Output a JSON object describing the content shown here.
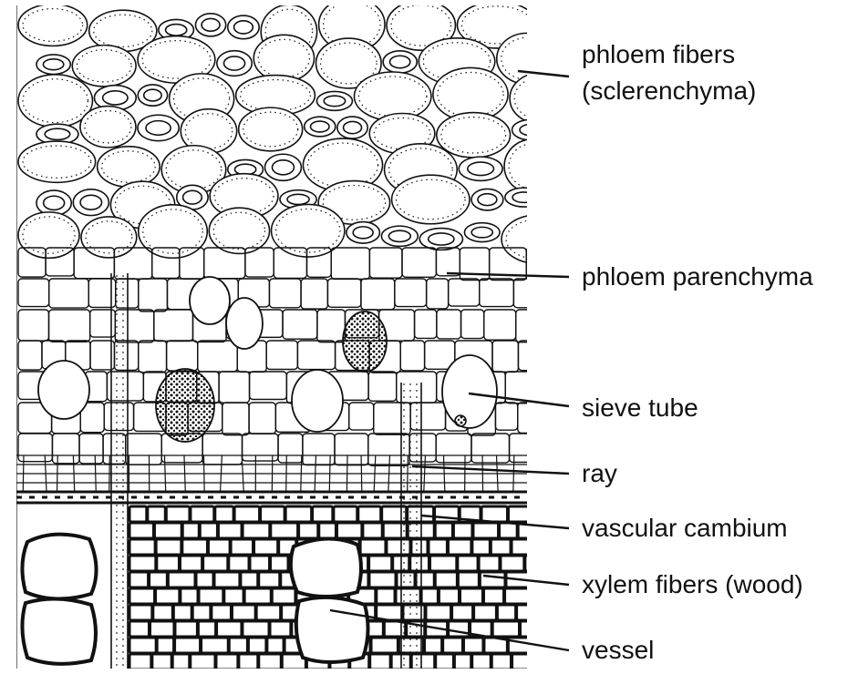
{
  "colors": {
    "ink": "#111111",
    "paper": "#ffffff"
  },
  "labels": {
    "phloem_fibers": "phloem fibers",
    "phloem_fibers_sub": "(sclerenchyma)",
    "phloem_parenchyma": "phloem parenchyma",
    "sieve_tube": "sieve tube",
    "ray": "ray",
    "vascular_cambium": "vascular cambium",
    "xylem_fibers": "xylem fibers (wood)",
    "vessel": "vessel"
  }
}
